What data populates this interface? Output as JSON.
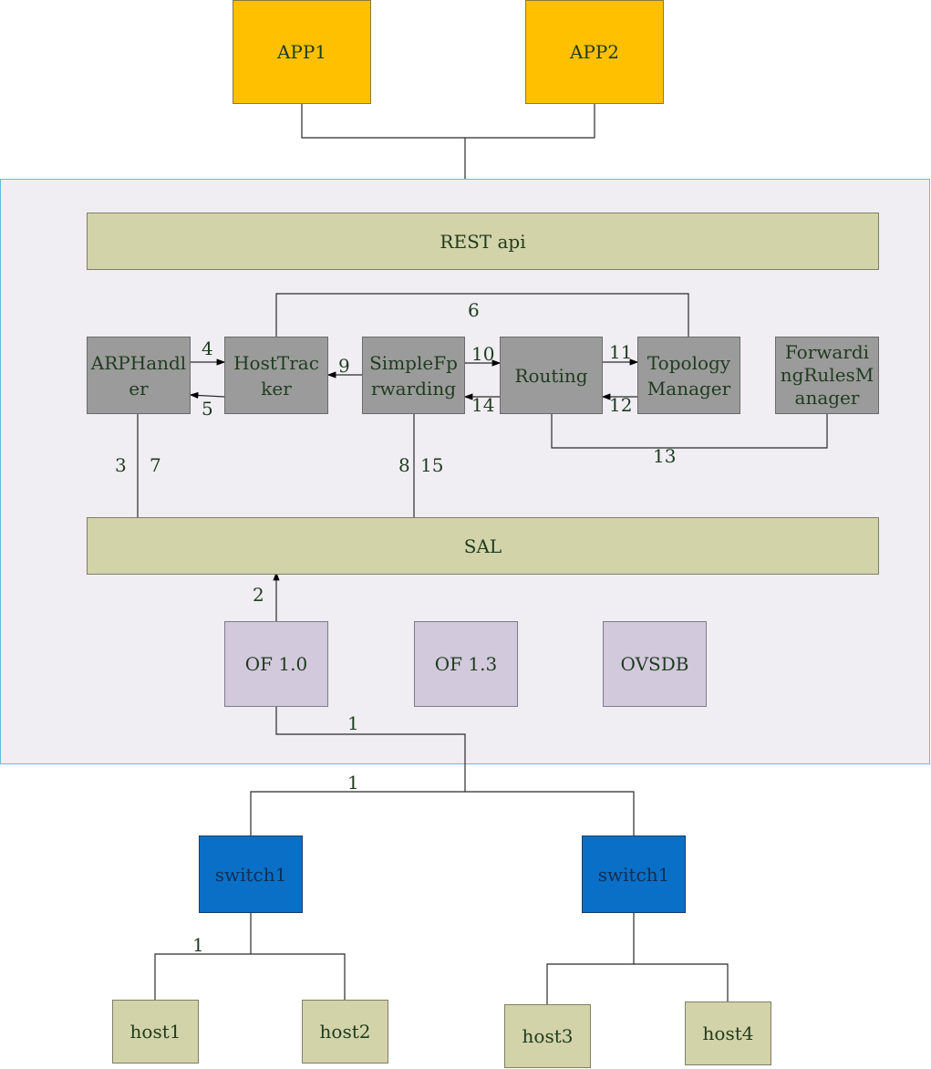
{
  "apps": {
    "app1": "APP1",
    "app2": "APP2"
  },
  "controller": {
    "rest": "REST api",
    "sal": "SAL",
    "modules": {
      "arp": "ARPHandl\ner",
      "host_tracker": "HostTrac\nker",
      "simple_fwd": "SimpleFp\nrwarding",
      "routing": "Routing",
      "topology": "Topology\nManager",
      "frm": "Forwardi\nngRulesM\nanager"
    },
    "protocols": {
      "of10": "OF 1.0",
      "of13": "OF 1.3",
      "ovsdb": "OVSDB"
    }
  },
  "switches": {
    "left": "switch1",
    "right": "switch1"
  },
  "hosts": {
    "h1": "host1",
    "h2": "host2",
    "h3": "host3",
    "h4": "host4"
  },
  "step_labels": {
    "s1_proto": "1",
    "s1_ctrl": "1",
    "s1_switch": "1",
    "s2": "2",
    "s3": "3",
    "s4": "4",
    "s5": "5",
    "s6": "6",
    "s7": "7",
    "s8": "8",
    "s9": "9",
    "s10": "10",
    "s11": "11",
    "s12": "12",
    "s13": "13",
    "s14": "14",
    "s15": "15"
  }
}
